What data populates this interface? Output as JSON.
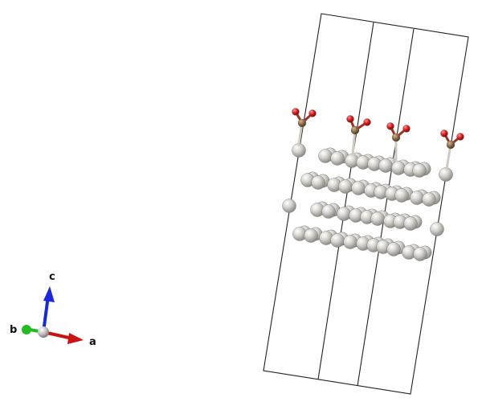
{
  "colors": {
    "background": "#ffffff",
    "cell_edge": "#222222",
    "metal_atom": "#c8c6c0",
    "carbon_atom": "#8a6a48",
    "oxygen_atom": "#e02020",
    "axis_a": "#cc1111",
    "axis_b": "#22bb22",
    "axis_c": "#1a2ad6",
    "axis_origin": "#bdbdbd"
  },
  "axes": {
    "a_label": "a",
    "b_label": "b",
    "c_label": "c"
  }
}
